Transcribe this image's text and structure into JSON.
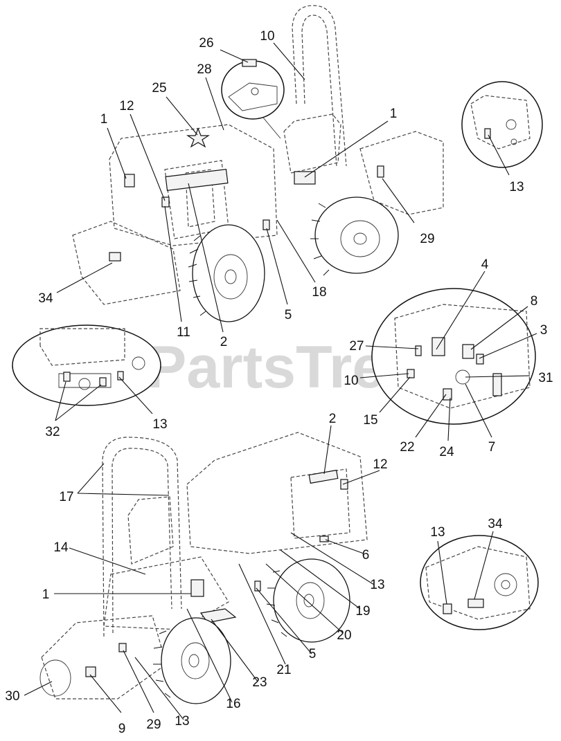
{
  "watermark": "PartsTree",
  "callouts": [
    "1",
    "2",
    "3",
    "4",
    "5",
    "6",
    "7",
    "8",
    "9",
    "10",
    "11",
    "12",
    "13",
    "14",
    "15",
    "16",
    "17",
    "18",
    "19",
    "20",
    "21",
    "22",
    "23",
    "24",
    "25",
    "26",
    "27",
    "28",
    "29",
    "30",
    "31",
    "32",
    "34"
  ]
}
